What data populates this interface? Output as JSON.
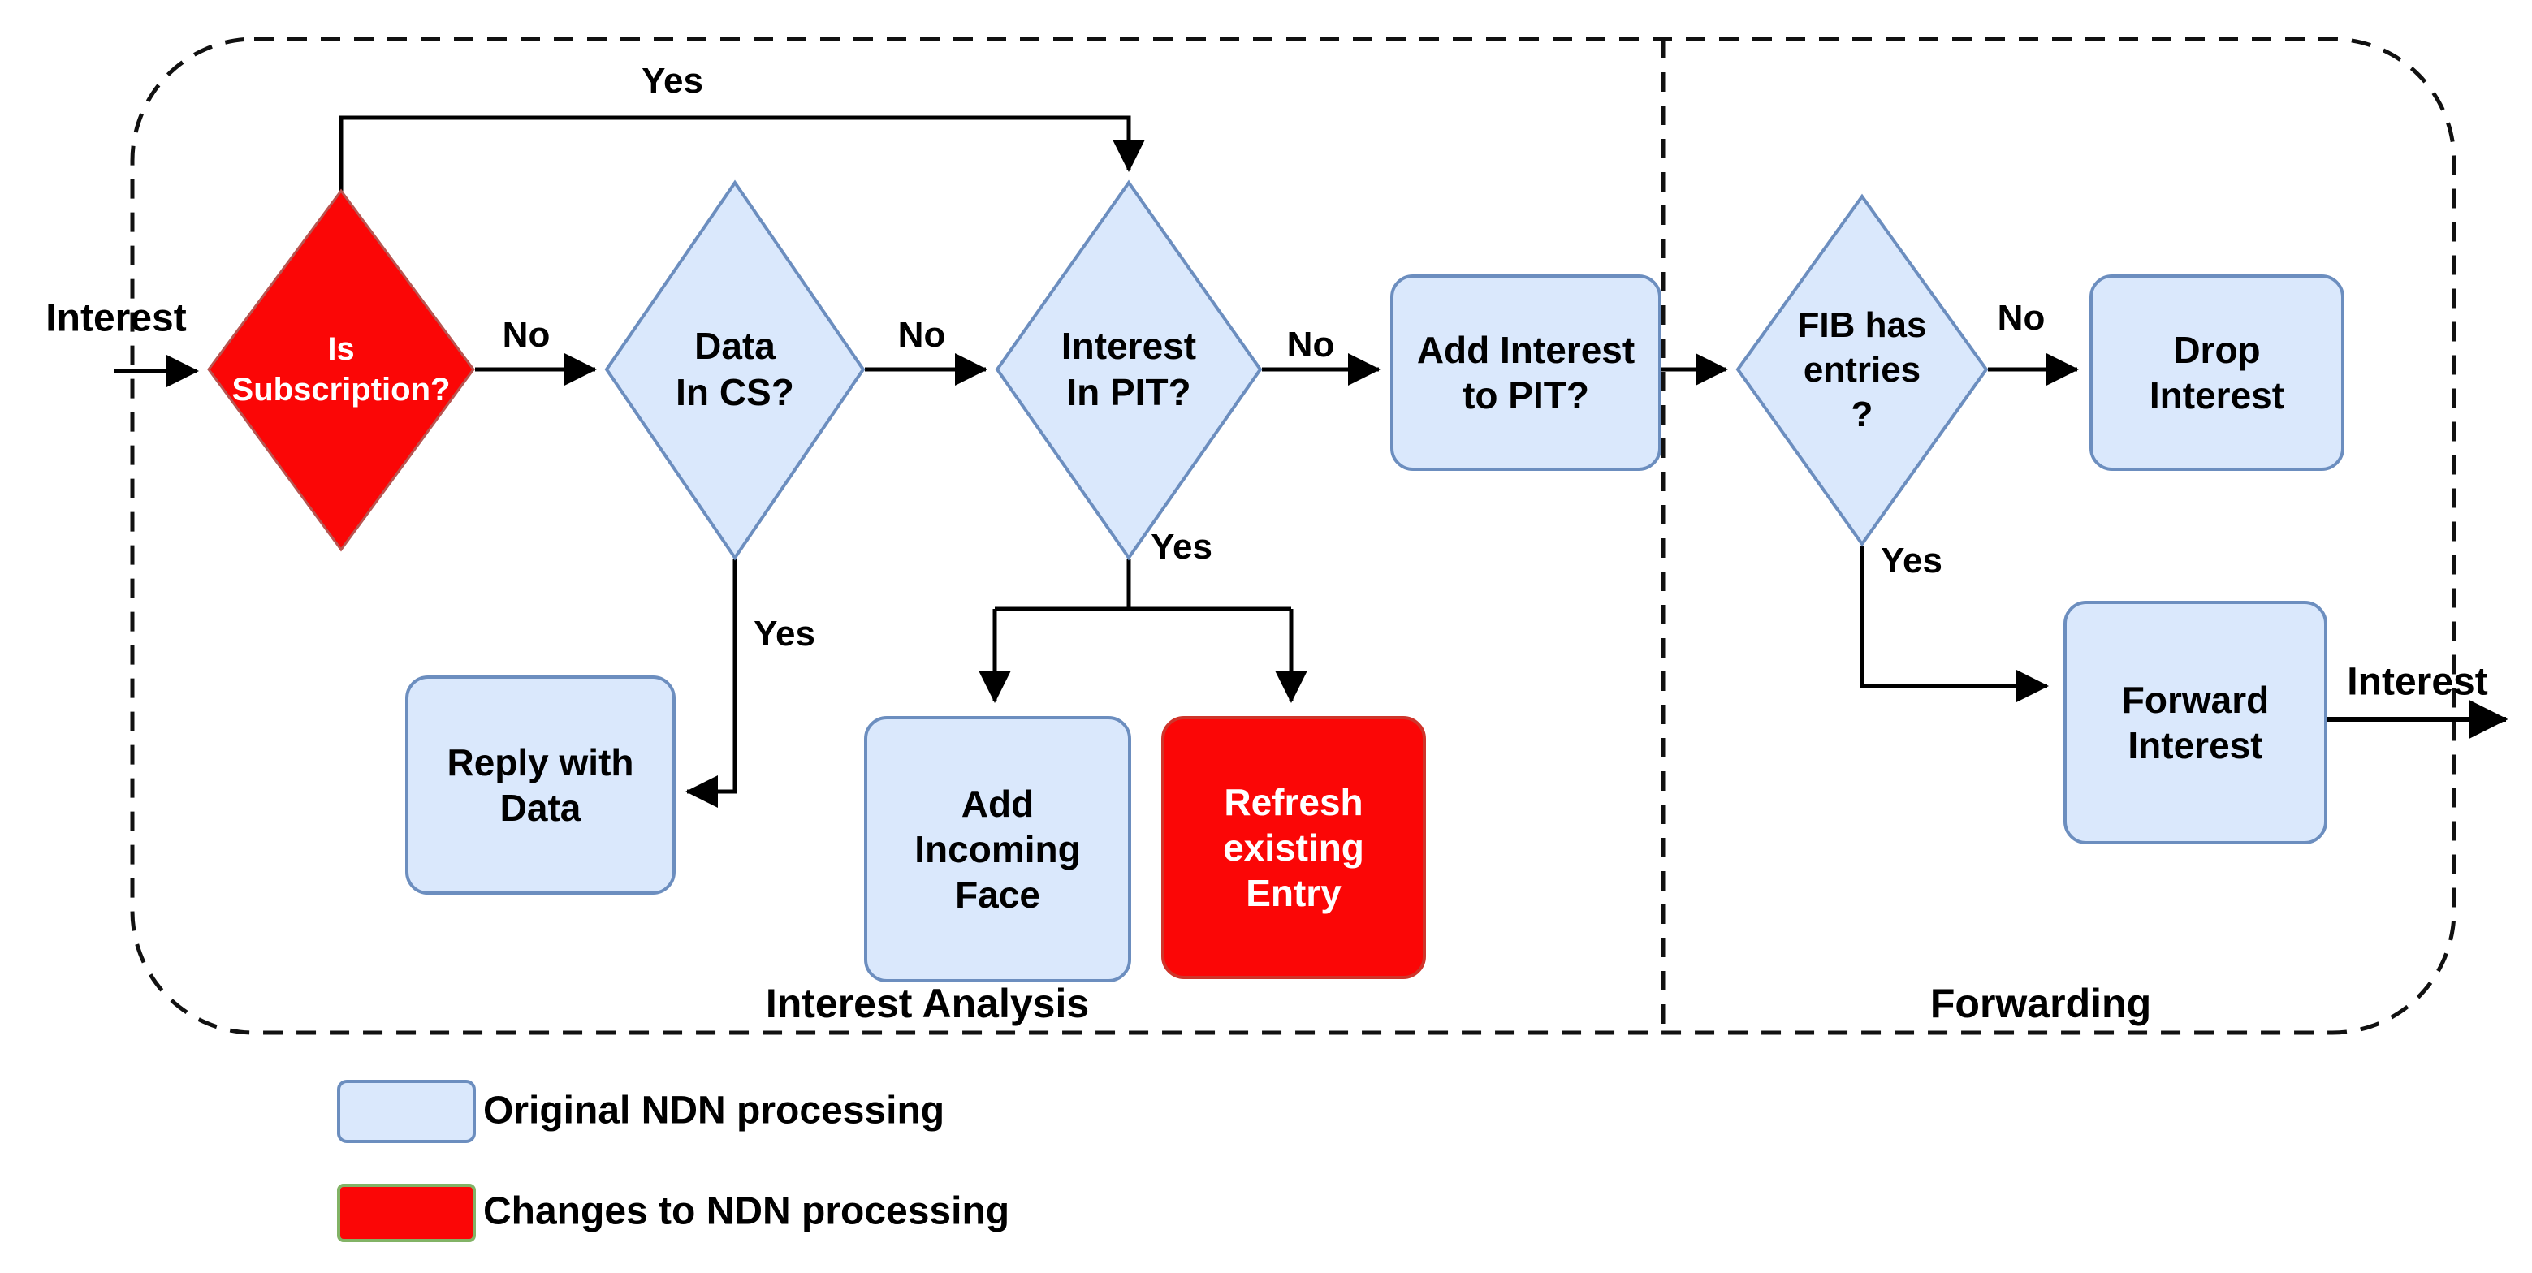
{
  "io": {
    "input_label": "Interest",
    "output_label": "Interest"
  },
  "edge_labels": {
    "top_yes": "Yes",
    "no_subscription": "No",
    "no_cs": "No",
    "no_pit": "No",
    "no_fib": "No",
    "yes_cs": "Yes",
    "yes_pit": "Yes",
    "yes_fib": "Yes"
  },
  "nodes": {
    "is_subscription": {
      "lines": [
        "Is",
        "Subscription?"
      ],
      "type": "decision",
      "style": "changed"
    },
    "data_in_cs": {
      "lines": [
        "Data",
        "In CS?"
      ],
      "type": "decision",
      "style": "original"
    },
    "interest_in_pit": {
      "lines": [
        "Interest",
        "In PIT?"
      ],
      "type": "decision",
      "style": "original"
    },
    "add_interest_to_pit": {
      "lines": [
        "Add Interest",
        "to PIT?"
      ],
      "type": "process",
      "style": "original"
    },
    "fib_has_entries": {
      "lines": [
        "FIB has",
        "entries",
        "?"
      ],
      "type": "decision",
      "style": "original"
    },
    "drop_interest": {
      "lines": [
        "Drop",
        "Interest"
      ],
      "type": "process",
      "style": "original"
    },
    "forward_interest": {
      "lines": [
        "Forward",
        "Interest"
      ],
      "type": "process",
      "style": "original"
    },
    "reply_with_data": {
      "lines": [
        "Reply with",
        "Data"
      ],
      "type": "process",
      "style": "original"
    },
    "add_incoming_face": {
      "lines": [
        "Add",
        "Incoming",
        "Face"
      ],
      "type": "process",
      "style": "original"
    },
    "refresh_existing_entry": {
      "lines": [
        "Refresh",
        "existing",
        "Entry"
      ],
      "type": "process",
      "style": "changed"
    }
  },
  "sections": {
    "left": "Interest Analysis",
    "right": "Forwarding"
  },
  "legend": [
    {
      "swatch": "original",
      "label": "Original NDN processing"
    },
    {
      "swatch": "changed",
      "label": "Changes to NDN processing"
    }
  ],
  "colors": {
    "original_fill": "#dae8fc",
    "original_stroke": "#6c8ebf",
    "changed_fill": "#fb0606",
    "changed_stroke": "#b85450",
    "legend_changed_stroke": "#82b366",
    "connector": "#000000",
    "dashed_border": "#111111"
  }
}
